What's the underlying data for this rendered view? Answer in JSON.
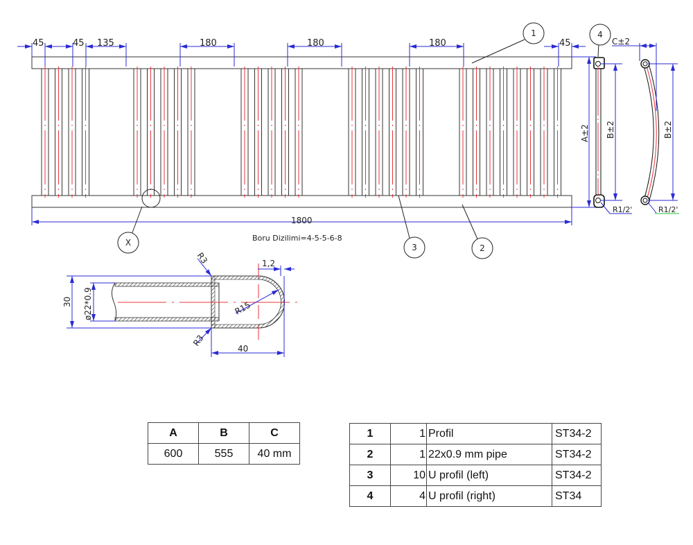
{
  "front_view": {
    "dim_labels": {
      "left_45": "45",
      "second_45": "45",
      "spacing_135": "135",
      "gap_1": "180",
      "gap_2": "180",
      "gap_3": "180",
      "right_45": "45",
      "overall_width": "1800",
      "height_a": "A±2"
    },
    "tube_groups": [
      4,
      5,
      5,
      6,
      8
    ],
    "tube_arrangement_label": "Boru Dizilimi=4-5-5-6-8",
    "balloons": {
      "profil": "1",
      "pipe": "2",
      "u_left": "3",
      "u_right": "4",
      "detail": "X"
    }
  },
  "side_views": {
    "height_b_left": "B±2",
    "height_b_right": "B±2",
    "offset_c": "C±2",
    "thread_left": "R1/2'",
    "thread_right": "R1/2'"
  },
  "detail_view": {
    "height_30": "30",
    "pipe_dia": "ø22*0.9",
    "r3_top": "R3",
    "r3_bottom": "R3",
    "r15": "R15",
    "thickness": "1,2",
    "length_40": "40"
  },
  "dims_table": {
    "headers": [
      "A",
      "B",
      "C"
    ],
    "values": [
      "600",
      "555",
      "40 mm"
    ]
  },
  "parts_table": {
    "rows": [
      {
        "no": "1",
        "qty": "1",
        "desc": "Profil",
        "material": "ST34-2"
      },
      {
        "no": "2",
        "qty": "1",
        "desc": "22x0.9 mm pipe",
        "material": "ST34-2"
      },
      {
        "no": "3",
        "qty": "10",
        "desc": "U profil (left)",
        "material": "ST34-2"
      },
      {
        "no": "4",
        "qty": "4",
        "desc": "U profil (right)",
        "material": "ST34"
      }
    ]
  },
  "colors": {
    "outline": "#222222",
    "centerline": "#e8333a",
    "dimension": "#2a2ad6",
    "leader_green": "#1fbf3a"
  }
}
